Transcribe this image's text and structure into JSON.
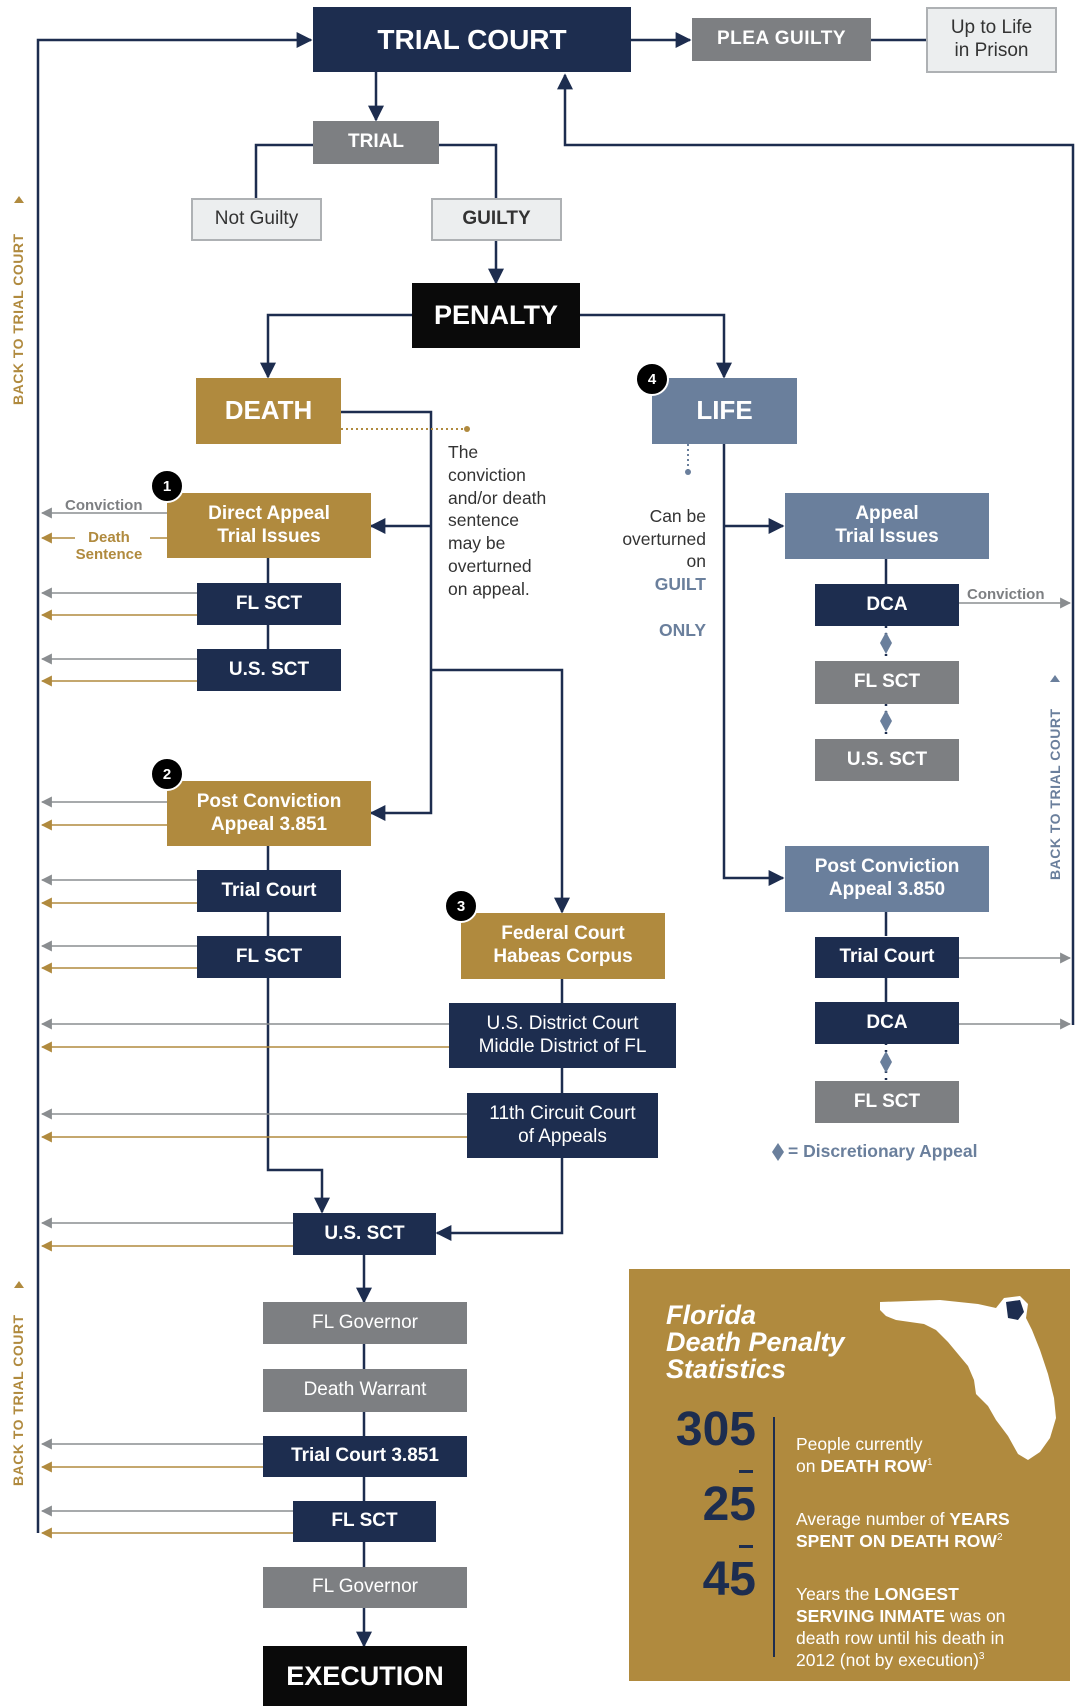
{
  "flow": {
    "trial_court": "TRIAL COURT",
    "plea_guilty": "PLEA GUILTY",
    "up_to_life": "Up to Life\nin Prison",
    "trial": "TRIAL",
    "not_guilty": "Not Guilty",
    "guilty": "GUILTY",
    "penalty": "PENALTY",
    "death": "DEATH",
    "life": "LIFE",
    "death_note": "The\nconviction\nand/or death\nsentence\nmay be\noverturned\non appeal.",
    "life_note_1": "Can be\noverturned\non",
    "life_note_guilt": "GUILT",
    "life_note_only": "ONLY",
    "direct_appeal": "Direct Appeal\nTrial Issues",
    "conviction": "Conviction",
    "death_sentence": "Death\nSentence",
    "fl_sct": "FL SCT",
    "us_sct": "U.S. SCT",
    "post_conviction_851": "Post Conviction\nAppeal 3.851",
    "trial_court_small": "Trial Court",
    "federal_court": "Federal Court\nHabeas Corpus",
    "us_district": "U.S. District Court\nMiddle District of FL",
    "circuit_11": "11th Circuit Court\nof Appeals",
    "fl_governor": "FL Governor",
    "death_warrant": "Death Warrant",
    "trial_court_3851": "Trial Court 3.851",
    "execution": "EXECUTION",
    "appeal_trial_issues": "Appeal\nTrial Issues",
    "dca": "DCA",
    "post_conviction_850": "Post Conviction\nAppeal 3.850",
    "discretionary": "= Discretionary Appeal",
    "back_to_trial_court": "BACK TO TRIAL COURT",
    "badges": [
      "1",
      "2",
      "3",
      "4"
    ]
  },
  "stats": {
    "title": "Florida\nDeath Penalty\nStatistics",
    "items": [
      {
        "number": "305",
        "text_1": "People currently\non ",
        "bold": "DEATH ROW",
        "sup": "1",
        "text_2": ""
      },
      {
        "number": "25",
        "text_1": "Average number of ",
        "bold": "YEARS\nSPENT ON DEATH ROW",
        "sup": "2",
        "text_2": ""
      },
      {
        "number": "45",
        "text_1": "Years the ",
        "bold": "LONGEST\nSERVING INMATE",
        "sup": "3",
        "text_2": " was on\ndeath row until his death in\n2012 (not by execution)"
      }
    ]
  },
  "colors": {
    "navy": "#1d2d4f",
    "gold": "#b08a3e",
    "slate": "#6a7f9c",
    "gray": "#7d7f82"
  }
}
